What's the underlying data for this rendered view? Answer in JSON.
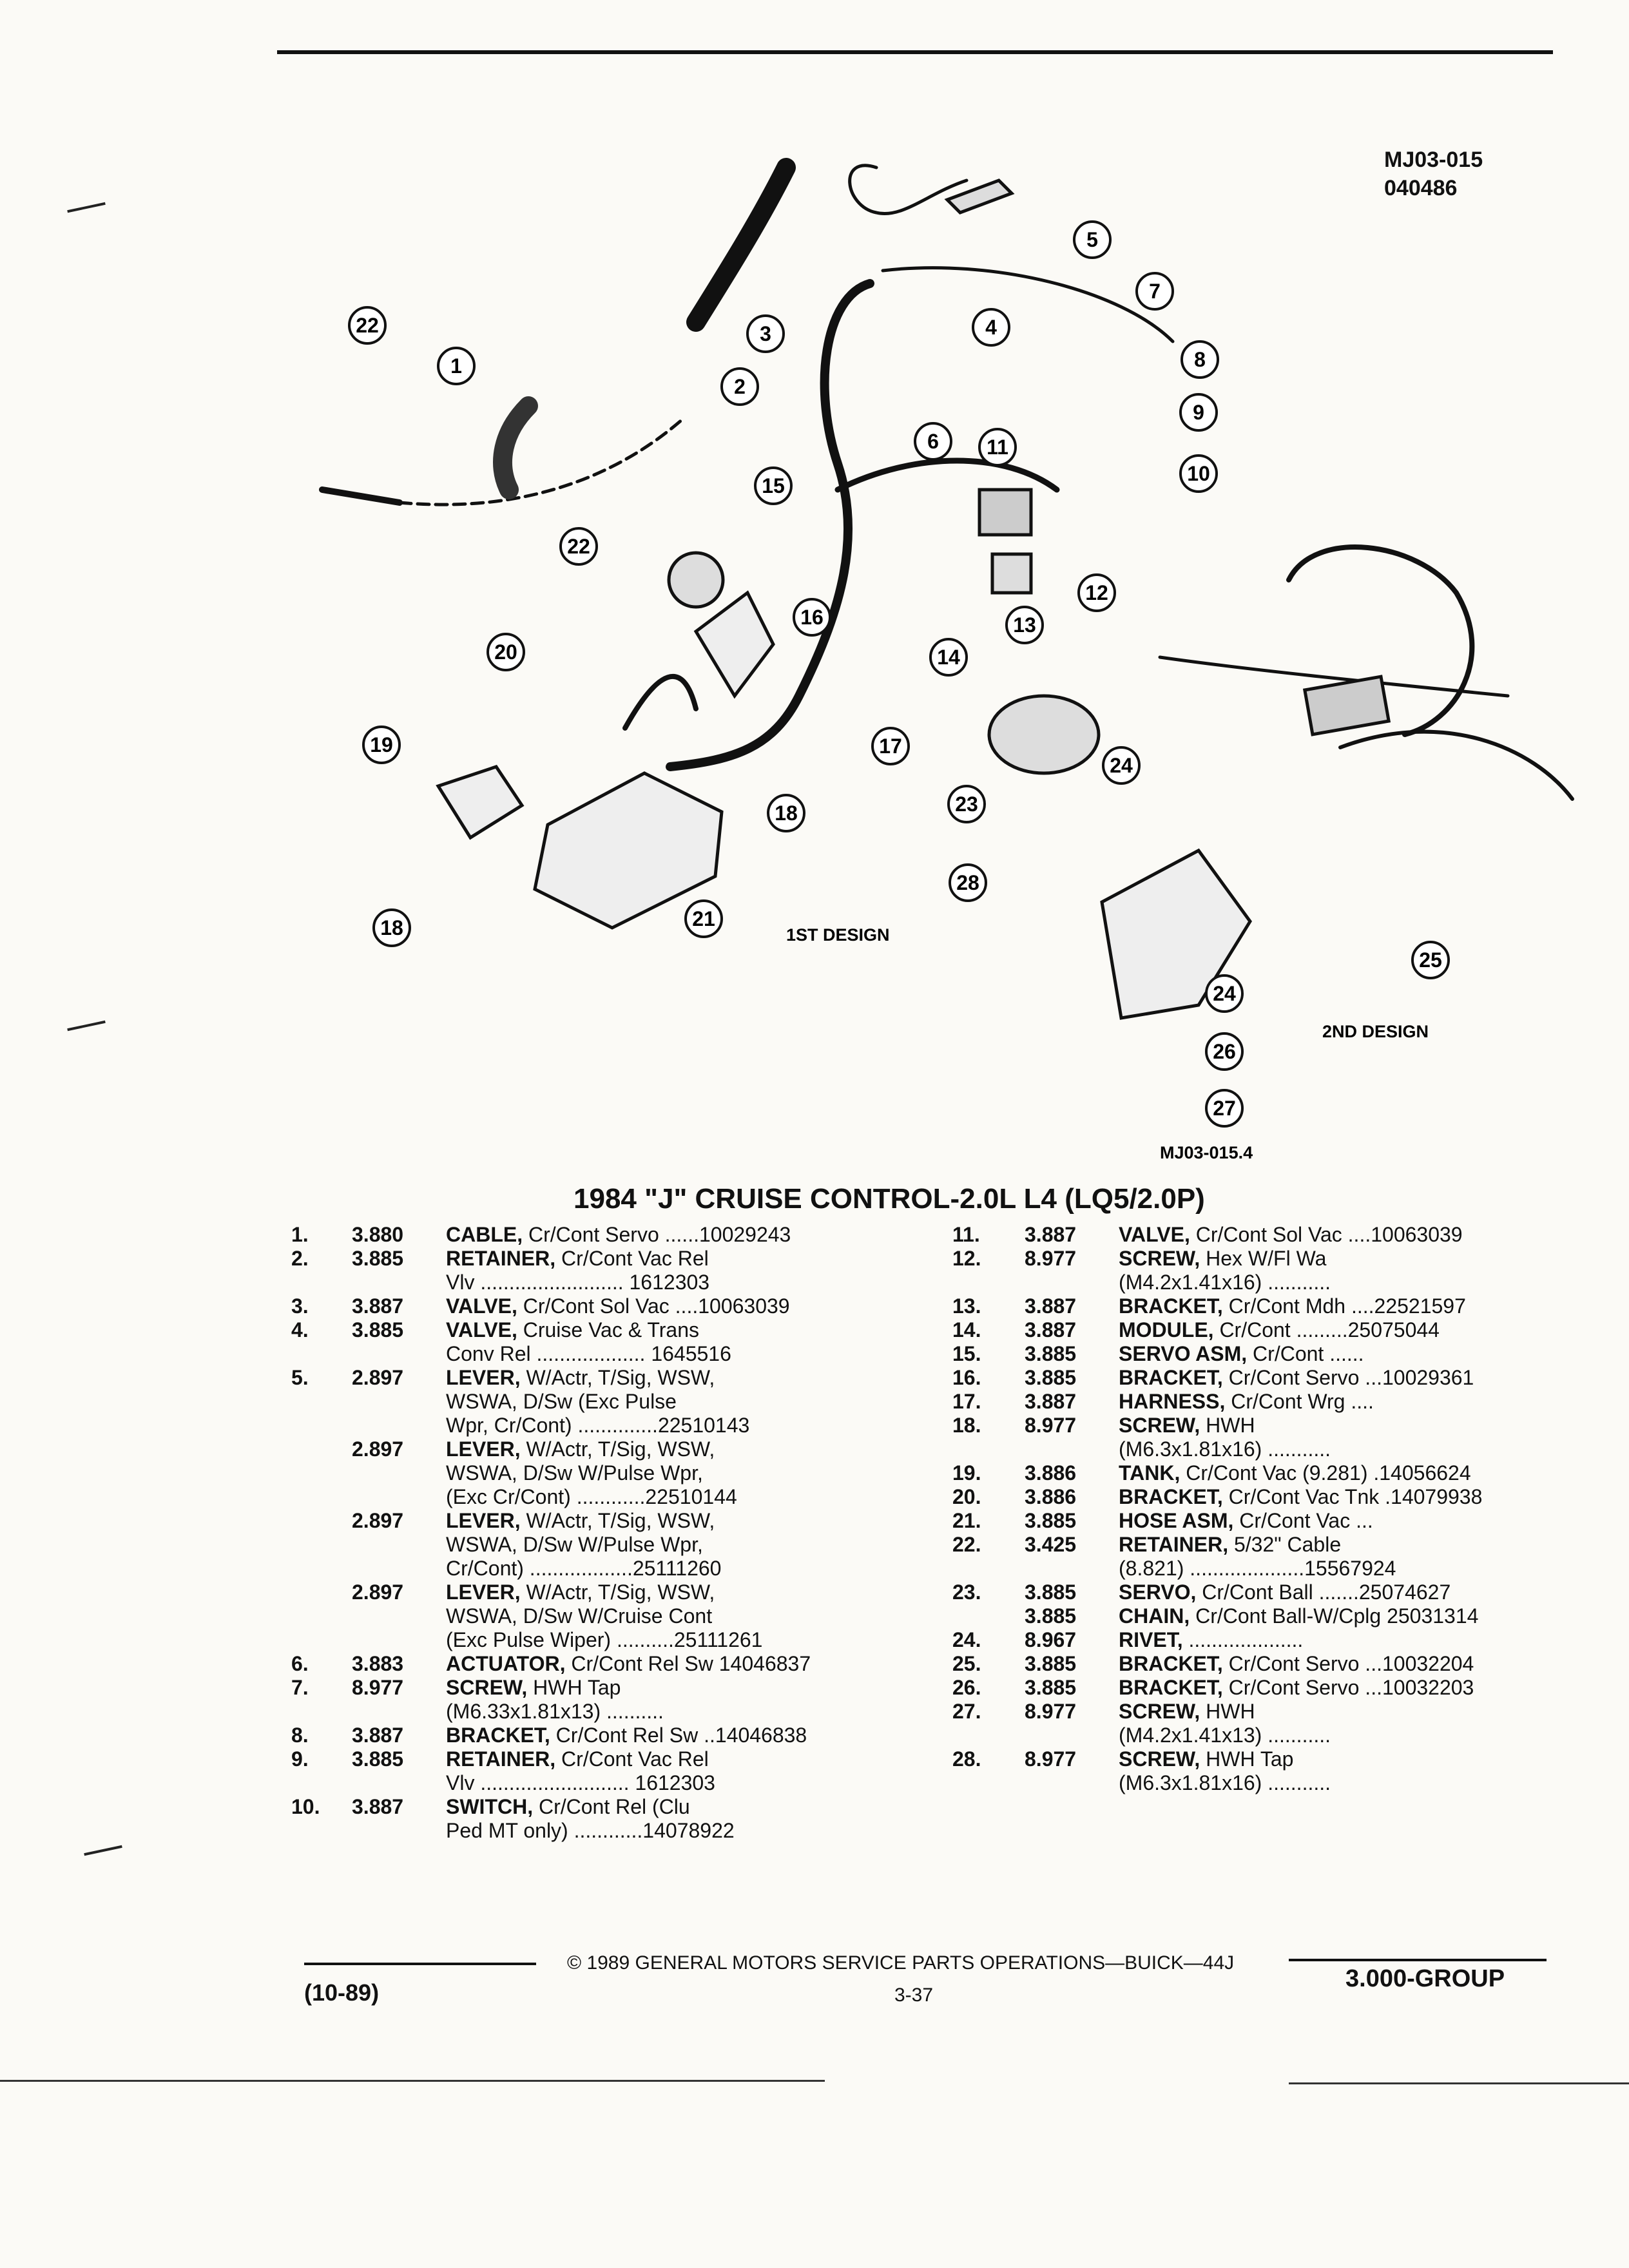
{
  "ref_code": "MJ03-015",
  "ref_date": "040486",
  "figure": {
    "label_1st": "1ST DESIGN",
    "label_2nd": "2ND DESIGN",
    "fig_code": "MJ03-015.4",
    "callouts": [
      "1",
      "2",
      "3",
      "4",
      "5",
      "6",
      "7",
      "8",
      "9",
      "10",
      "11",
      "12",
      "13",
      "14",
      "15",
      "16",
      "17",
      "18",
      "18",
      "19",
      "20",
      "21",
      "22",
      "22",
      "23",
      "24",
      "24",
      "25",
      "26",
      "27",
      "28"
    ]
  },
  "title": "1984 \"J\" CRUISE CONTROL-2.0L L4 (LQ5/2.0P)",
  "parts_left": [
    {
      "num": "1.",
      "code": "3.880",
      "name": "CABLE,",
      "lines": [
        "Cr/Cont Servo ......10029243"
      ]
    },
    {
      "num": "2.",
      "code": "3.885",
      "name": "RETAINER,",
      "lines": [
        "Cr/Cont Vac Rel",
        "Vlv ......................... 1612303"
      ]
    },
    {
      "num": "3.",
      "code": "3.887",
      "name": "VALVE,",
      "lines": [
        "Cr/Cont Sol Vac ....10063039"
      ]
    },
    {
      "num": "4.",
      "code": "3.885",
      "name": "VALVE,",
      "lines": [
        "Cruise Vac & Trans",
        "Conv Rel ................... 1645516"
      ]
    },
    {
      "num": "5.",
      "code": "2.897",
      "name": "LEVER,",
      "lines": [
        "W/Actr, T/Sig, WSW,",
        "WSWA, D/Sw (Exc Pulse",
        "Wpr, Cr/Cont) ..............22510143"
      ]
    },
    {
      "num": "",
      "code": "2.897",
      "name": "LEVER,",
      "lines": [
        "W/Actr, T/Sig, WSW,",
        "WSWA, D/Sw W/Pulse Wpr,",
        "(Exc Cr/Cont) ............22510144"
      ]
    },
    {
      "num": "",
      "code": "2.897",
      "name": "LEVER,",
      "lines": [
        "W/Actr, T/Sig, WSW,",
        "WSWA, D/Sw W/Pulse Wpr,",
        "Cr/Cont) ..................25111260"
      ]
    },
    {
      "num": "",
      "code": "2.897",
      "name": "LEVER,",
      "lines": [
        "W/Actr, T/Sig, WSW,",
        "WSWA, D/Sw W/Cruise Cont",
        "(Exc Pulse Wiper) ..........25111261"
      ]
    },
    {
      "num": "6.",
      "code": "3.883",
      "name": "ACTUATOR,",
      "lines": [
        "Cr/Cont Rel Sw  14046837"
      ]
    },
    {
      "num": "7.",
      "code": "8.977",
      "name": "SCREW,",
      "lines": [
        "HWH Tap",
        "(M6.33x1.81x13) .........."
      ]
    },
    {
      "num": "8.",
      "code": "3.887",
      "name": "BRACKET,",
      "lines": [
        "Cr/Cont Rel Sw ..14046838"
      ]
    },
    {
      "num": "9.",
      "code": "3.885",
      "name": "RETAINER,",
      "lines": [
        "Cr/Cont Vac Rel",
        "Vlv .......................... 1612303"
      ]
    },
    {
      "num": "10.",
      "code": "3.887",
      "name": "SWITCH,",
      "lines": [
        "Cr/Cont Rel (Clu",
        "Ped MT only) ............14078922"
      ]
    }
  ],
  "parts_right": [
    {
      "num": "11.",
      "code": "3.887",
      "name": "VALVE,",
      "lines": [
        "Cr/Cont Sol Vac ....10063039"
      ]
    },
    {
      "num": "12.",
      "code": "8.977",
      "name": "SCREW,",
      "lines": [
        "Hex W/Fl Wa",
        "(M4.2x1.41x16) ..........."
      ]
    },
    {
      "num": "13.",
      "code": "3.887",
      "name": "BRACKET,",
      "lines": [
        "Cr/Cont Mdh ....22521597"
      ]
    },
    {
      "num": "14.",
      "code": "3.887",
      "name": "MODULE,",
      "lines": [
        "Cr/Cont .........25075044"
      ]
    },
    {
      "num": "15.",
      "code": "3.885",
      "name": "SERVO ASM,",
      "lines": [
        "Cr/Cont ......"
      ]
    },
    {
      "num": "16.",
      "code": "3.885",
      "name": "BRACKET,",
      "lines": [
        "Cr/Cont Servo ...10029361"
      ]
    },
    {
      "num": "17.",
      "code": "3.887",
      "name": "HARNESS,",
      "lines": [
        "Cr/Cont Wrg ...."
      ]
    },
    {
      "num": "18.",
      "code": "8.977",
      "name": "SCREW,",
      "lines": [
        "HWH",
        "(M6.3x1.81x16) ..........."
      ]
    },
    {
      "num": "19.",
      "code": "3.886",
      "name": "TANK,",
      "lines": [
        "Cr/Cont Vac (9.281) .14056624"
      ]
    },
    {
      "num": "20.",
      "code": "3.886",
      "name": "BRACKET,",
      "lines": [
        "Cr/Cont Vac Tnk .14079938"
      ]
    },
    {
      "num": "21.",
      "code": "3.885",
      "name": "HOSE ASM,",
      "lines": [
        "Cr/Cont Vac ..."
      ]
    },
    {
      "num": "22.",
      "code": "3.425",
      "name": "RETAINER,",
      "lines": [
        "5/32\" Cable",
        "(8.821) ....................15567924"
      ]
    },
    {
      "num": "23.",
      "code": "3.885",
      "name": "SERVO,",
      "lines": [
        "Cr/Cont Ball .......25074627"
      ]
    },
    {
      "num": "",
      "code": "3.885",
      "name": "CHAIN,",
      "lines": [
        "Cr/Cont Ball-W/Cplg 25031314"
      ]
    },
    {
      "num": "24.",
      "code": "8.967",
      "name": "RIVET,",
      "lines": [
        "...................."
      ]
    },
    {
      "num": "25.",
      "code": "3.885",
      "name": "BRACKET,",
      "lines": [
        "Cr/Cont Servo ...10032204"
      ]
    },
    {
      "num": "26.",
      "code": "3.885",
      "name": "BRACKET,",
      "lines": [
        "Cr/Cont Servo ...10032203"
      ]
    },
    {
      "num": "27.",
      "code": "8.977",
      "name": "SCREW,",
      "lines": [
        "HWH",
        "(M4.2x1.41x13) ..........."
      ]
    },
    {
      "num": "28.",
      "code": "8.977",
      "name": "SCREW,",
      "lines": [
        "HWH Tap",
        "(M6.3x1.81x16) ..........."
      ]
    }
  ],
  "footer": {
    "copyright": "© 1989 GENERAL MOTORS SERVICE PARTS OPERATIONS—BUICK—44J",
    "date": "(10-89)",
    "page": "3-37",
    "group": "3.000-GROUP"
  }
}
